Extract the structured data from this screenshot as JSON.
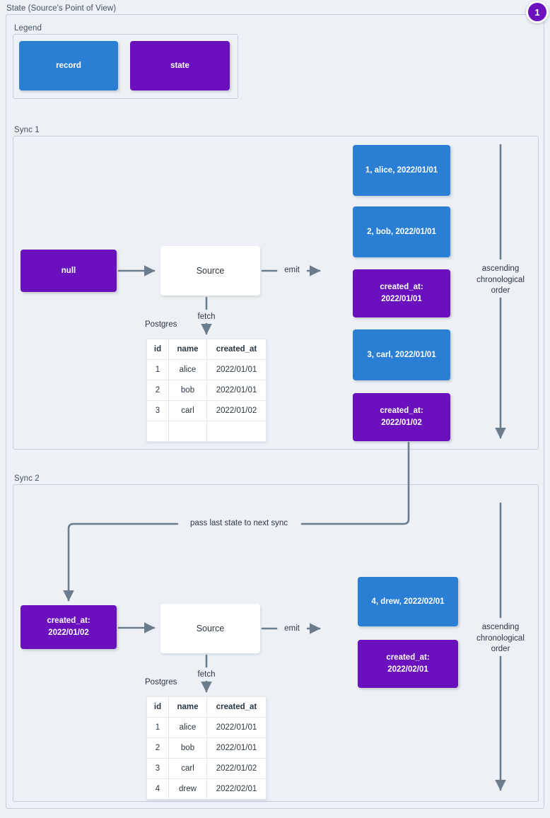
{
  "diagram": {
    "title": "State (Source's Point of View)",
    "badge": "1"
  },
  "legend": {
    "title": "Legend",
    "items": [
      {
        "label": "record",
        "kind": "record",
        "color": "#2a7fd4"
      },
      {
        "label": "state",
        "kind": "state",
        "color": "#6a11bd"
      }
    ]
  },
  "sync1": {
    "title": "Sync 1",
    "state_in": "null",
    "source": "Source",
    "db_label": "Postgres",
    "fetch_label": "fetch",
    "emit_label": "emit",
    "order_label": "ascending\nchronological\norder",
    "table": {
      "columns": [
        "id",
        "name",
        "created_at"
      ],
      "rows": [
        [
          "1",
          "alice",
          "2022/01/01"
        ],
        [
          "2",
          "bob",
          "2022/01/01"
        ],
        [
          "3",
          "carl",
          "2022/01/02"
        ],
        [
          "",
          "",
          ""
        ]
      ]
    },
    "emitted": [
      {
        "kind": "record",
        "text": "1, alice, 2022/01/01"
      },
      {
        "kind": "record",
        "text": "2, bob, 2022/01/01"
      },
      {
        "kind": "state",
        "text": "created_at:\n2022/01/01"
      },
      {
        "kind": "record",
        "text": "3, carl, 2022/01/01"
      },
      {
        "kind": "state",
        "text": "created_at:\n2022/01/02"
      }
    ]
  },
  "sync2": {
    "title": "Sync 2",
    "pass_label": "pass last state to next sync",
    "state_in": "created_at:\n2022/01/02",
    "source": "Source",
    "db_label": "Postgres",
    "fetch_label": "fetch",
    "emit_label": "emit",
    "order_label": "ascending\nchronological\norder",
    "table": {
      "columns": [
        "id",
        "name",
        "created_at"
      ],
      "rows": [
        [
          "1",
          "alice",
          "2022/01/01"
        ],
        [
          "2",
          "bob",
          "2022/01/01"
        ],
        [
          "3",
          "carl",
          "2022/01/02"
        ],
        [
          "4",
          "drew",
          "2022/02/01"
        ]
      ]
    },
    "emitted": [
      {
        "kind": "record",
        "text": "4, drew, 2022/02/01"
      },
      {
        "kind": "state",
        "text": "created_at:\n2022/02/01"
      }
    ]
  }
}
